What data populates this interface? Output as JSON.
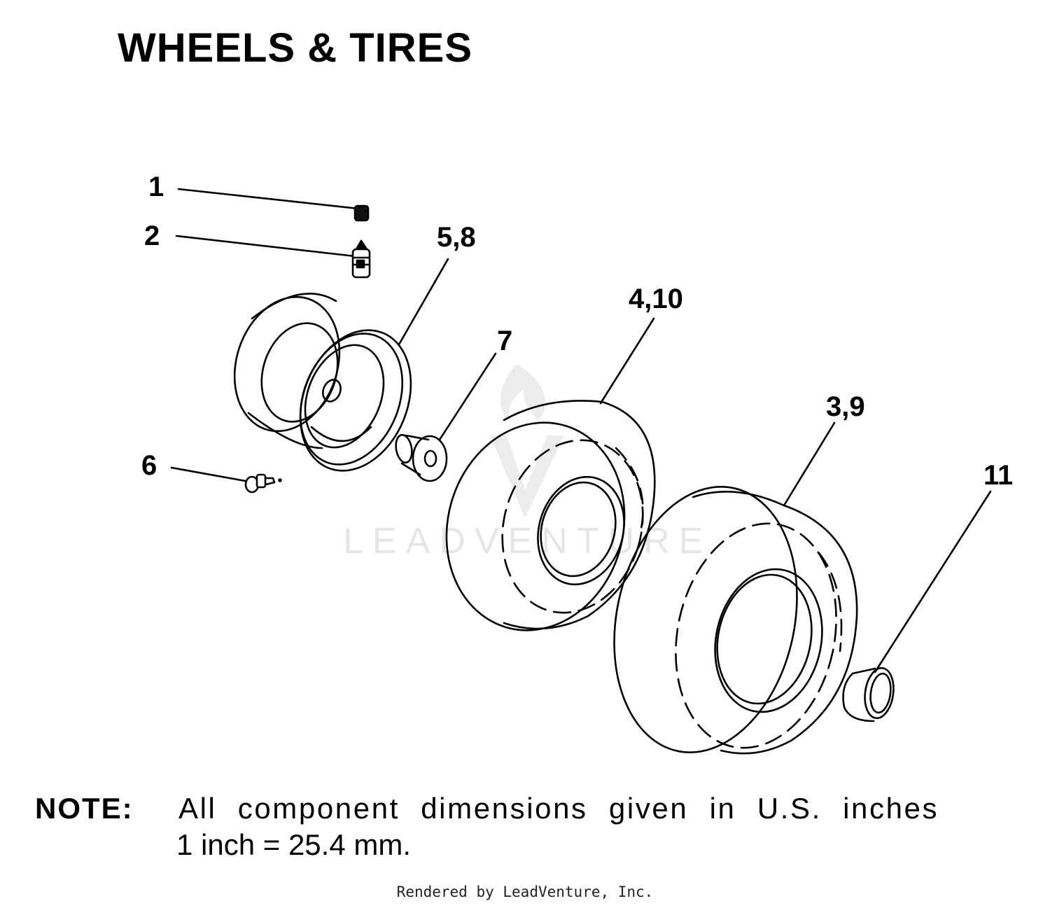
{
  "title": "WHEELS & TIRES",
  "callouts": [
    "1",
    "2",
    "5,8",
    "4,10",
    "7",
    "3,9",
    "6",
    "11"
  ],
  "watermark": "LEADVENTURE",
  "note": {
    "label": "NOTE:",
    "line1": "All component dimensions given in U.S. inches",
    "line2": "1 inch = 25.4 mm."
  },
  "footer": "Rendered by LeadVenture, Inc."
}
